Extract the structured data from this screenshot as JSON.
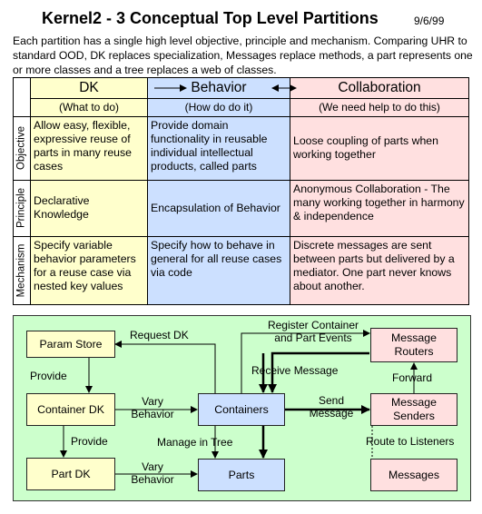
{
  "header": {
    "title": "Kernel2 - 3 Conceptual Top Level Partitions",
    "date": "9/6/99",
    "intro": "Each partition has a single high level objective, principle and mechanism. Comparing UHR to standard OOD, DK replaces specialization, Messages replace methods, a part represents one or more classes and a tree replaces a web of classes."
  },
  "table": {
    "columns": [
      {
        "name": "DK",
        "sub": "(What to do)"
      },
      {
        "name": "Behavior",
        "sub": "(How do do it)"
      },
      {
        "name": "Collaboration",
        "sub": "(We need help to do this)"
      }
    ],
    "rows": [
      {
        "label": "Objective",
        "cells": [
          "Allow easy, flexible, expressive reuse of parts in many reuse cases",
          "Provide domain functionality in reusable individual intellectual products, called parts",
          "Loose coupling of parts when working together"
        ]
      },
      {
        "label": "Principle",
        "cells": [
          "Declarative Knowledge",
          "Encapsulation of Behavior",
          "Anonymous Collaboration - The many working together in harmony & independence"
        ]
      },
      {
        "label": "Mechanism",
        "cells": [
          "Specify variable behavior parameters for a reuse case via nested key values",
          "Specify how to behave in general for all reuse cases via code",
          "Discrete messages are sent between parts but delivered by a mediator. One part never knows about another."
        ]
      }
    ]
  },
  "diagram": {
    "boxes": {
      "param_store": "Param Store",
      "container_dk": "Container DK",
      "part_dk": "Part DK",
      "containers": "Containers",
      "parts": "Parts",
      "message_routers": "Message Routers",
      "message_senders": "Message Senders",
      "messages": "Messages"
    },
    "labels": {
      "request_dk": "Request DK",
      "provide_1": "Provide",
      "provide_2": "Provide",
      "vary_behavior_1": "Vary Behavior",
      "vary_behavior_2": "Vary Behavior",
      "manage_in_tree": "Manage in Tree",
      "register_events": "Register Container and Part Events",
      "receive_message": "Receive Message",
      "send_message": "Send Message",
      "forward": "Forward",
      "route_to_listeners": "Route to Listeners"
    }
  },
  "colors": {
    "dk": "#ffffcc",
    "behavior": "#cce0ff",
    "collaboration": "#ffe0e0",
    "panel": "#ccffcc"
  }
}
